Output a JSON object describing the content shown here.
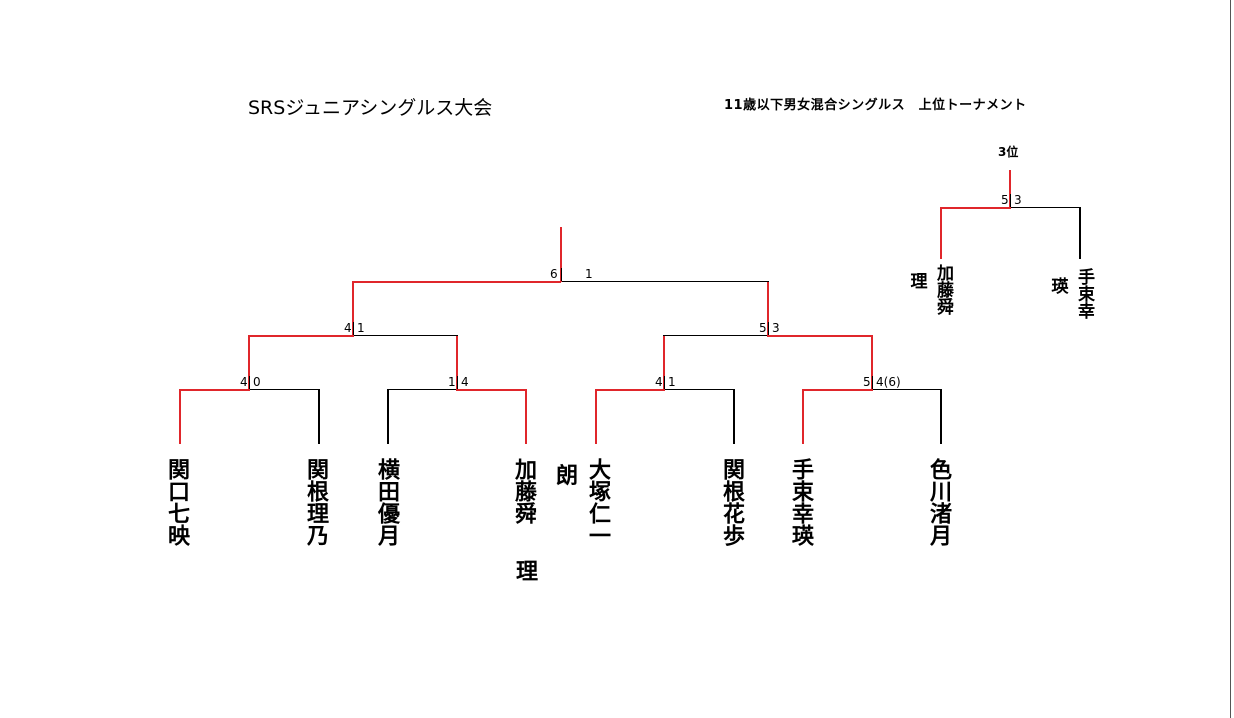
{
  "title": "SRSジュニアシングルス大会",
  "subtitle": "11歳以下男女混合シングルス　上位トーナメント",
  "third_place_label": "3位",
  "players": {
    "p1": "関口七映",
    "p2": "関根理乃",
    "p3": "横田優月",
    "p4": "加藤舜",
    "p4_overflow": "理",
    "p5": "大塚仁一",
    "p5_overflow": "朗",
    "p6": "関根花歩",
    "p7": "手束幸瑛",
    "p8": "色川渚月"
  },
  "third_place_players": {
    "left": "加藤舜",
    "left_overflow": "理",
    "right": "手束幸",
    "right_overflow": "瑛"
  },
  "scores": {
    "r1_m1": [
      "4",
      "0"
    ],
    "r1_m2": [
      "1",
      "4"
    ],
    "r1_m3": [
      "4",
      "1"
    ],
    "r1_m4": [
      "5",
      "4(6)"
    ],
    "sf_m1": [
      "4",
      "1"
    ],
    "sf_m2": [
      "5",
      "3"
    ],
    "final": [
      "6",
      "1"
    ],
    "third": [
      "5",
      "3"
    ]
  },
  "colors": {
    "winner_line": "#e0262b",
    "loser_line": "#000000"
  }
}
